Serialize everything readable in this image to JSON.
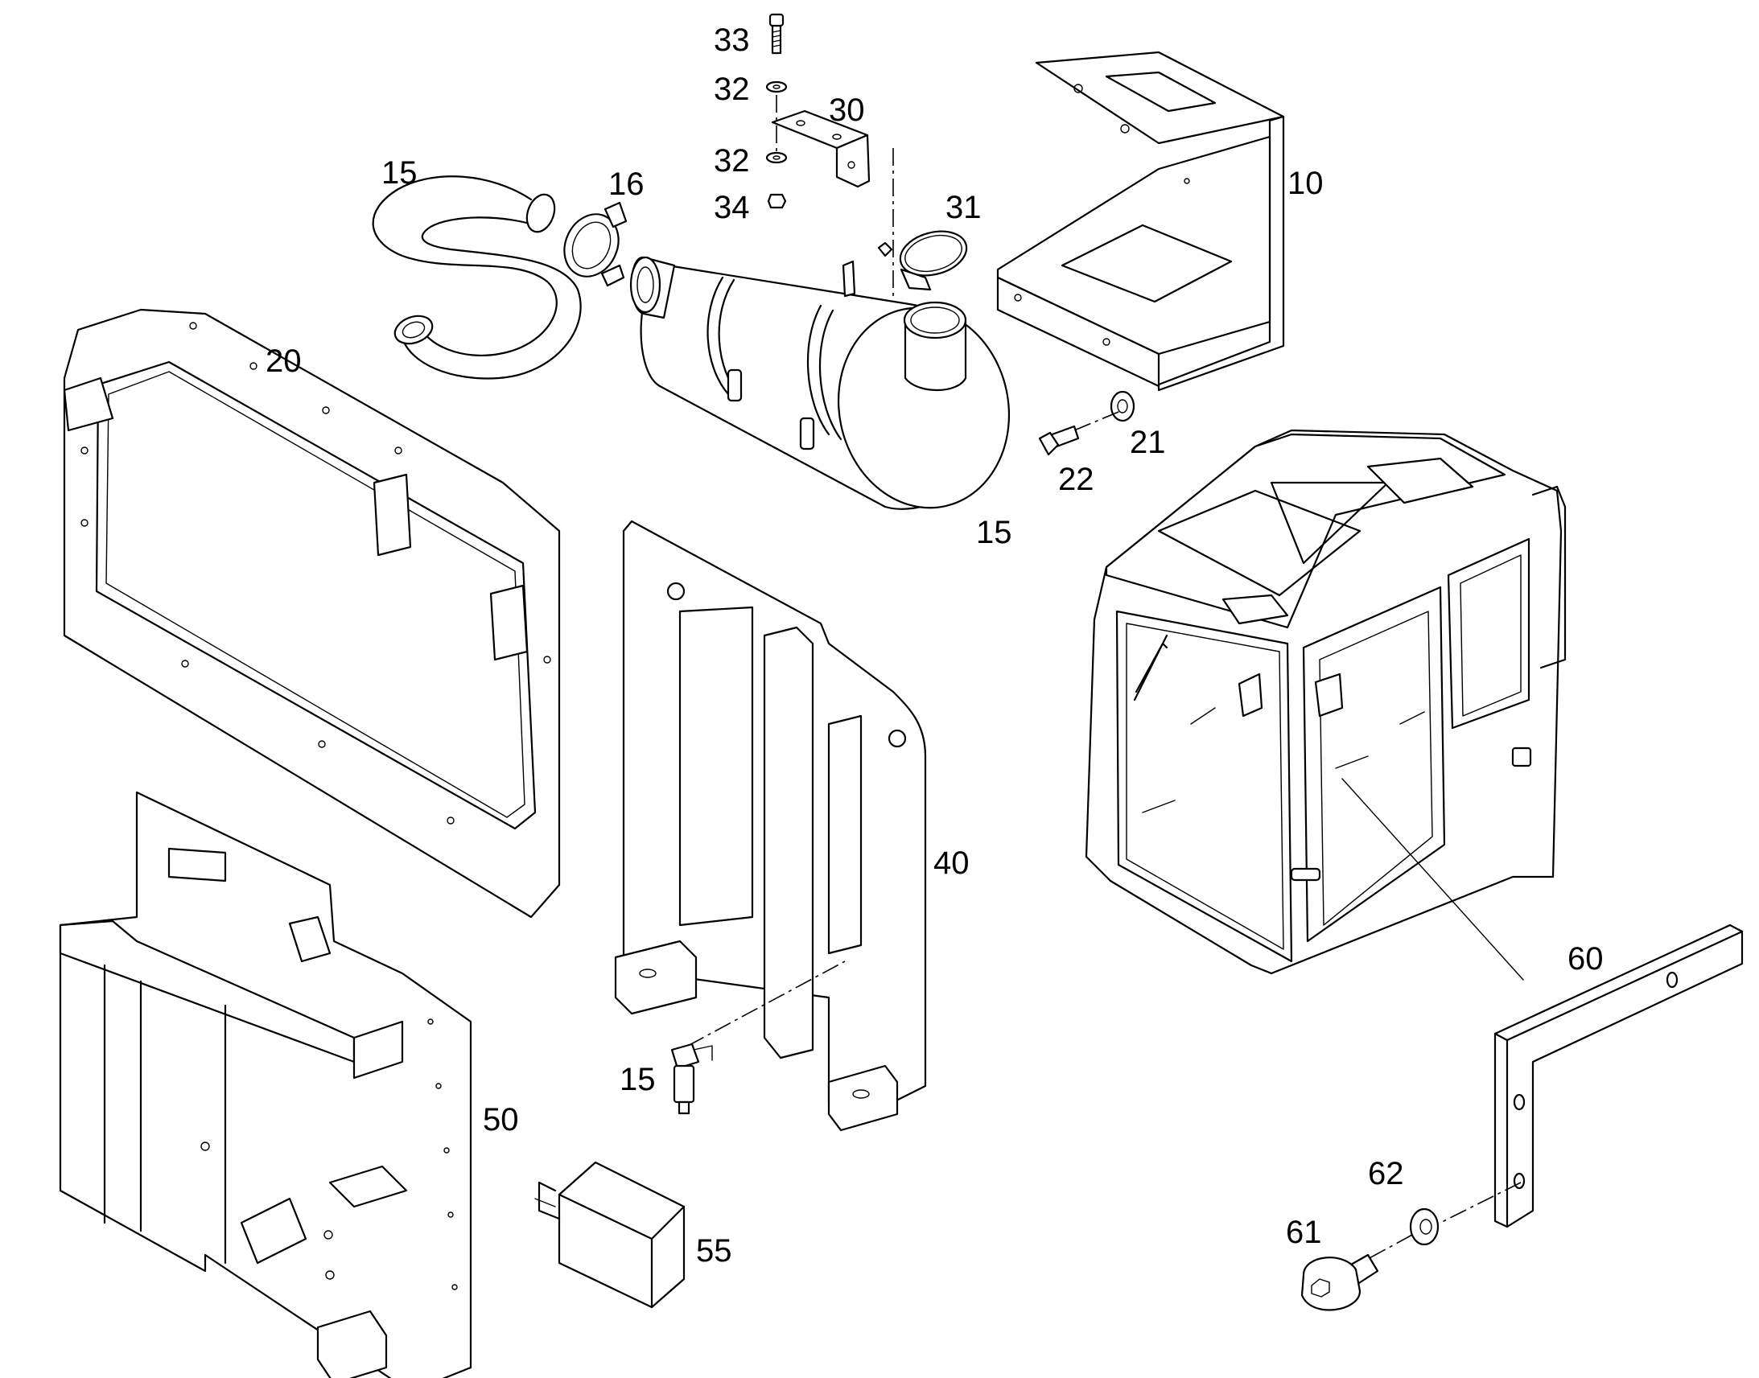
{
  "callouts": [
    {
      "id": "c33",
      "text": "33"
    },
    {
      "id": "c32a",
      "text": "32"
    },
    {
      "id": "c30",
      "text": "30"
    },
    {
      "id": "c32b",
      "text": "32"
    },
    {
      "id": "c34",
      "text": "34"
    },
    {
      "id": "c15a",
      "text": "15"
    },
    {
      "id": "c16",
      "text": "16"
    },
    {
      "id": "c31",
      "text": "31"
    },
    {
      "id": "c10",
      "text": "10"
    },
    {
      "id": "c20",
      "text": "20"
    },
    {
      "id": "c21",
      "text": "21"
    },
    {
      "id": "c22",
      "text": "22"
    },
    {
      "id": "c15b",
      "text": "15"
    },
    {
      "id": "c40",
      "text": "40"
    },
    {
      "id": "c60",
      "text": "60"
    },
    {
      "id": "c15c",
      "text": "15"
    },
    {
      "id": "c50",
      "text": "50"
    },
    {
      "id": "c62",
      "text": "62"
    },
    {
      "id": "c61",
      "text": "61"
    },
    {
      "id": "c55",
      "text": "55"
    }
  ]
}
